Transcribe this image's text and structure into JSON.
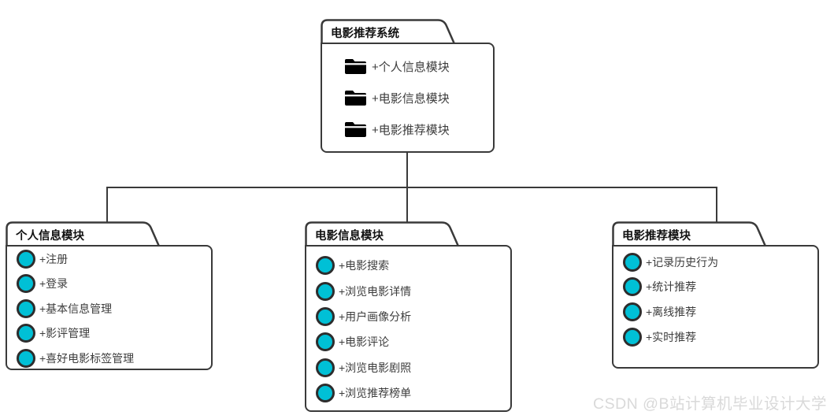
{
  "diagram": {
    "root": {
      "title": "电影推荐系统",
      "items": [
        "+个人信息模块",
        "+电影信息模块",
        "+电影推荐模块"
      ]
    },
    "children": [
      {
        "title": "个人信息模块",
        "items": [
          "+注册",
          "+登录",
          "+基本信息管理",
          "+影评管理",
          "+喜好电影标签管理"
        ]
      },
      {
        "title": "电影信息模块",
        "items": [
          "+电影搜索",
          "+浏览电影详情",
          "+用户画像分析",
          "+电影评论",
          "+浏览电影剧照",
          "+浏览推荐榜单"
        ]
      },
      {
        "title": "电影推荐模块",
        "items": [
          "+记录历史行为",
          "+统计推荐",
          "+离线推荐",
          "+实时推荐"
        ]
      }
    ]
  },
  "watermark": "CSDN @B站计算机毕业设计大学",
  "colors": {
    "line": "#3a3a3a",
    "circle_fill": "#00c0d6",
    "circle_border": "#2d2d2d",
    "folder_icon": "#000000",
    "watermark_text": "#d9d9d9"
  }
}
